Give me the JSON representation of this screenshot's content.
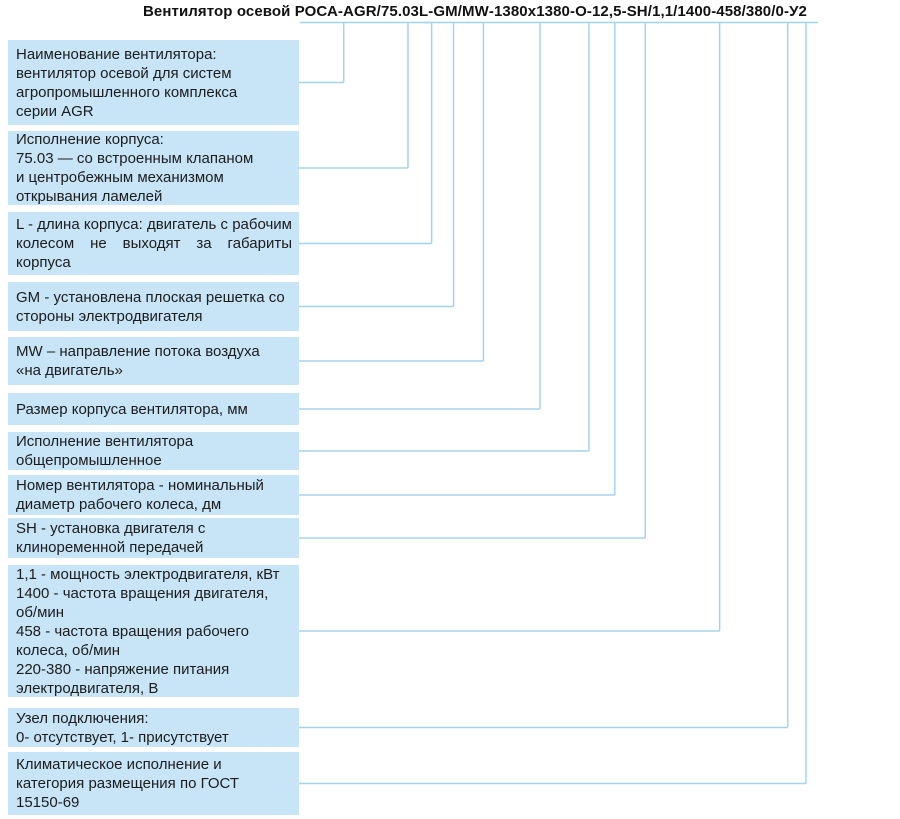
{
  "title": {
    "prefix": "Вентилятор осевой ",
    "full": "Вентилятор осевой РОСА-AGR/75.03L-GM/MW-1380x1380-О-12,5-SH/1,1/1400-458/380/0-У2",
    "tokens": [
      "РОСА-AGR",
      "75.03",
      "L",
      "GM",
      "MW",
      "1380x1380",
      "О",
      "12,5",
      "SH",
      "1,1/1400-458/380",
      "0",
      "У2"
    ],
    "separators": [
      "/",
      "",
      "-",
      "/",
      "-",
      "-",
      "-",
      "-",
      "/",
      "/",
      "-",
      ""
    ]
  },
  "colors": {
    "box_fill": "#C7E5F7",
    "connector": "#A5D3EF",
    "text": "#1C1C1C",
    "title": "#111111",
    "background": "#FFFFFF"
  },
  "boxes": [
    {
      "code": "РОСА-AGR",
      "label": "Наименование вентилятора:\nвентилятор осевой для систем\nагропромышленного комплекса\nсерии AGR"
    },
    {
      "code": "75.03",
      "label": "Исполнение корпуса:\n75.03 — со встроенным клапаном\nи центробежным механизмом\nоткрывания ламелей"
    },
    {
      "code": "L",
      "label": "L - длина корпуса: двигатель с рабочим колесом не выходят за габариты корпуса"
    },
    {
      "code": "GM",
      "label": "GM - установлена плоская решетка со\nстороны электродвигателя"
    },
    {
      "code": "MW",
      "label": "MW – направление потока воздуха\n«на двигатель»"
    },
    {
      "code": "1380x1380",
      "label": "Размер корпуса вентилятора, мм"
    },
    {
      "code": "О",
      "label": "Исполнение вентилятора\nобщепромышленное"
    },
    {
      "code": "12,5",
      "label": "Номер вентилятора - номинальный\nдиаметр рабочего колеса, дм"
    },
    {
      "code": "SH",
      "label": "SH - установка двигателя с\nклиноременной передачей"
    },
    {
      "code": "1,1/1400-458/380",
      "label": "1,1 - мощность электродвигателя, кВт\n1400 - частота вращения двигателя,\nоб/мин\n458 - частота вращения рабочего\nколеса, об/мин\n220-380 - напряжение питания\nэлектродвигателя, В"
    },
    {
      "code": "0",
      "label": "Узел подключения:\n0- отсутствует, 1- присутствует"
    },
    {
      "code": "У2",
      "label": "Климатическое исполнение и\nкатегория размещения по ГОСТ\n15150-69"
    }
  ]
}
